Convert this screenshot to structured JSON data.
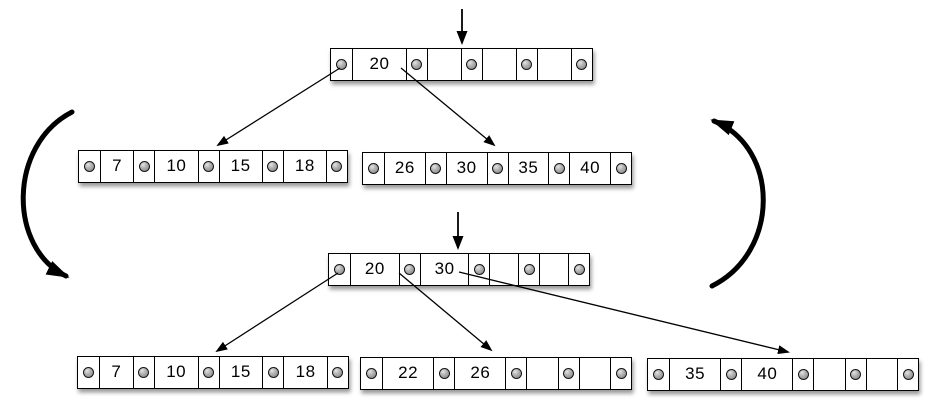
{
  "diagram": {
    "type": "btree-insert-split",
    "background": "#ffffff",
    "stroke_color": "#000000",
    "pointer_dot_color": "#8f8f8f"
  },
  "nodes": [
    {
      "id": "top-root",
      "keys": [
        "20",
        "",
        "",
        ""
      ]
    },
    {
      "id": "top-child-left",
      "keys": [
        "7",
        "10",
        "15",
        "18"
      ]
    },
    {
      "id": "top-child-right",
      "keys": [
        "26",
        "30",
        "35",
        "40"
      ]
    },
    {
      "id": "bottom-root",
      "keys": [
        "20",
        "30",
        "",
        ""
      ]
    },
    {
      "id": "bottom-child-left",
      "keys": [
        "7",
        "10",
        "15",
        "18"
      ]
    },
    {
      "id": "bottom-child-middle",
      "keys": [
        "22",
        "26",
        "",
        ""
      ]
    },
    {
      "id": "bottom-child-right",
      "keys": [
        "35",
        "40",
        "",
        ""
      ]
    }
  ],
  "edges": [
    {
      "from": "top-root",
      "pointer": 1,
      "to": "top-child-left"
    },
    {
      "from": "top-root",
      "pointer": 2,
      "to": "top-child-right"
    },
    {
      "from": "bottom-root",
      "pointer": 1,
      "to": "bottom-child-left"
    },
    {
      "from": "bottom-root",
      "pointer": 2,
      "to": "bottom-child-middle"
    },
    {
      "from": "bottom-root",
      "pointer": 3,
      "to": "bottom-child-right"
    }
  ],
  "arrows": [
    {
      "id": "insertion-arrow-top",
      "type": "down-arrow",
      "target": "top-root"
    },
    {
      "id": "insertion-arrow-bottom",
      "type": "down-arrow",
      "target": "bottom-root"
    },
    {
      "id": "cycle-arrow-left-down",
      "type": "curved-arrow",
      "direction": "down"
    },
    {
      "id": "cycle-arrow-right-up",
      "type": "curved-arrow",
      "direction": "up"
    }
  ]
}
